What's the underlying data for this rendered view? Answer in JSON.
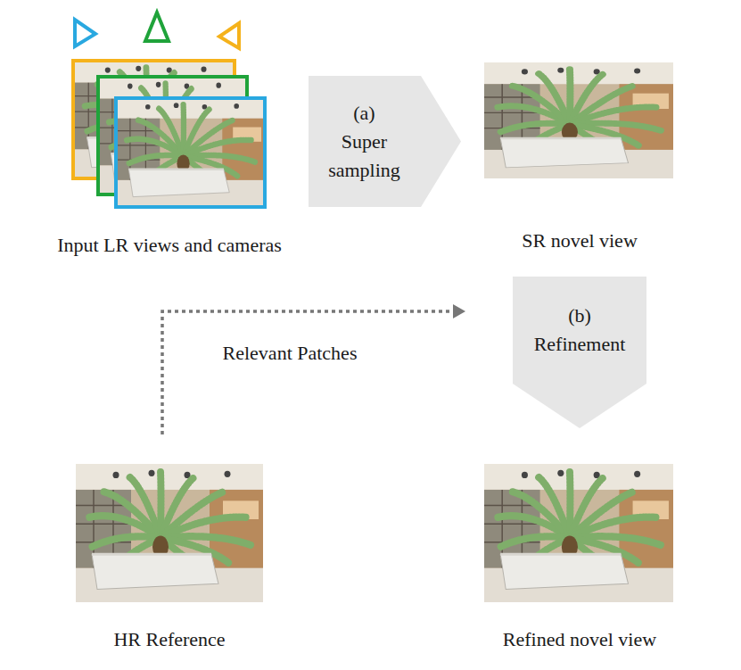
{
  "diagram": {
    "nodes": [
      {
        "text": [
          "Input LR views and cameras"
        ]
      },
      {
        "text": [
          "(a) Super sampling"
        ]
      },
      {
        "text": [
          "SR novel view"
        ]
      },
      {
        "text": [
          "(b) Refinement"
        ]
      },
      {
        "text": [
          "HR Reference"
        ]
      },
      {
        "text": [
          "Refined novel view"
        ]
      }
    ],
    "edges": [
      {
        "from": 4,
        "to": 3,
        "arrow": "to",
        "label": "Relevant Patches"
      }
    ]
  }
}
